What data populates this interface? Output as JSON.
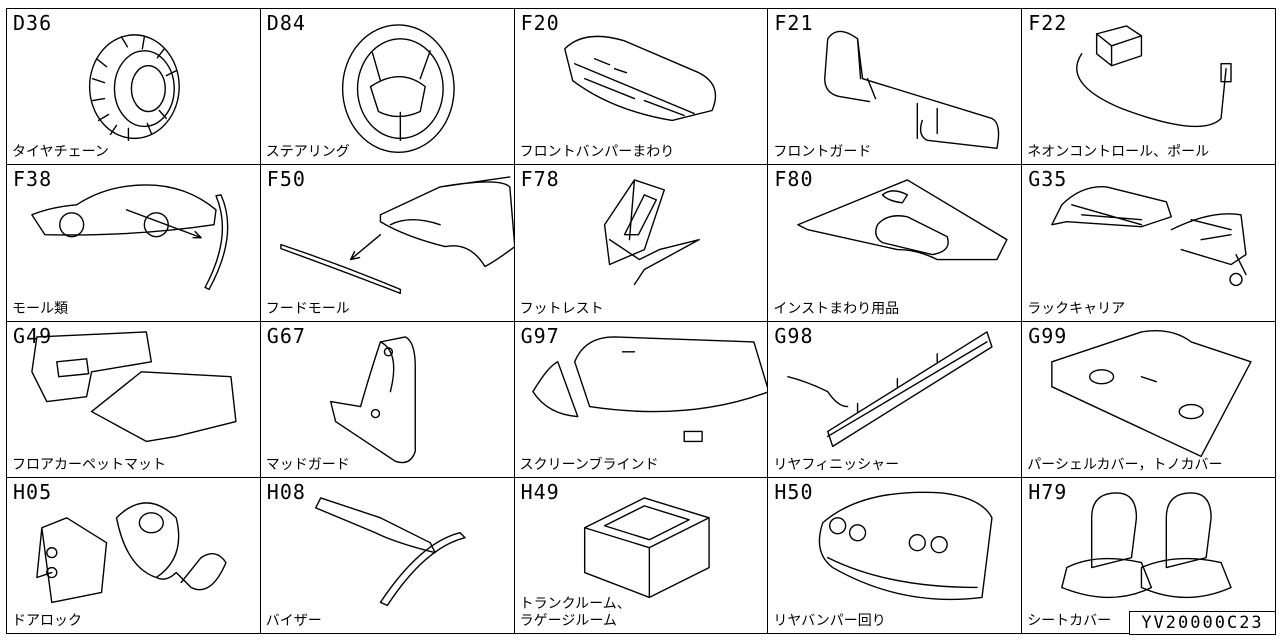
{
  "cells": [
    {
      "code": "D36",
      "label": "タイヤチェーン"
    },
    {
      "code": "D84",
      "label": "ステアリング"
    },
    {
      "code": "F20",
      "label": "フロントバンパーまわり"
    },
    {
      "code": "F21",
      "label": "フロントガード"
    },
    {
      "code": "F22",
      "label": "ネオンコントロール、ポール"
    },
    {
      "code": "F38",
      "label": "モール類"
    },
    {
      "code": "F50",
      "label": "フードモール"
    },
    {
      "code": "F78",
      "label": "フットレスト"
    },
    {
      "code": "F80",
      "label": "インストまわり用品"
    },
    {
      "code": "G35",
      "label": "ラックキャリア"
    },
    {
      "code": "G49",
      "label": "フロアカーペットマット"
    },
    {
      "code": "G67",
      "label": "マッドガード"
    },
    {
      "code": "G97",
      "label": "スクリーンブラインド"
    },
    {
      "code": "G98",
      "label": "リヤフィニッシャー"
    },
    {
      "code": "G99",
      "label": "パーシェルカバー，トノカバー"
    },
    {
      "code": "H05",
      "label": "ドアロック"
    },
    {
      "code": "H08",
      "label": "バイザー"
    },
    {
      "code": "H49",
      "label": "トランクルーム、\nラゲージルーム"
    },
    {
      "code": "H50",
      "label": "リヤバンパー回り"
    },
    {
      "code": "H79",
      "label": "シートカバー"
    }
  ],
  "figure_id": "YV20000C23"
}
